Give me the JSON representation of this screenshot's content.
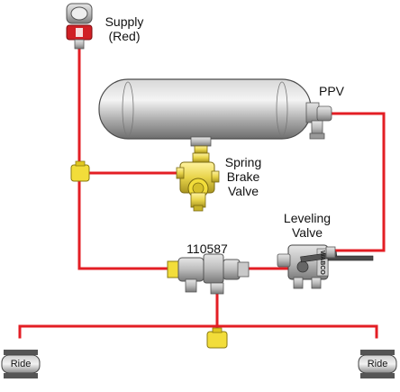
{
  "labels": {
    "supply_line1": "Supply",
    "supply_line2": "(Red)",
    "ppv": "PPV",
    "spring_line1": "Spring",
    "spring_line2": "Brake",
    "spring_line3": "Valve",
    "leveling_line1": "Leveling",
    "leveling_line2": "Valve",
    "part_number": "110587",
    "ride_left": "Ride",
    "ride_right": "Ride",
    "wabco": "WABCO"
  },
  "colors": {
    "air_line": "#e31e24",
    "tank": "#9a9a9a",
    "brass": "#e8d44a",
    "fitting_yellow": "#f2dd3a",
    "valve_gray": "#b8b8b8",
    "gladhand_red": "#d01f25"
  },
  "icons": {
    "supply": "gladhand-coupler-icon",
    "tank": "air-tank-icon",
    "tee": "tee-fitting-icon",
    "spring_brake": "spring-brake-valve-icon",
    "relay": "relay-valve-icon",
    "leveling": "leveling-valve-icon",
    "ride": "air-spring-icon"
  }
}
